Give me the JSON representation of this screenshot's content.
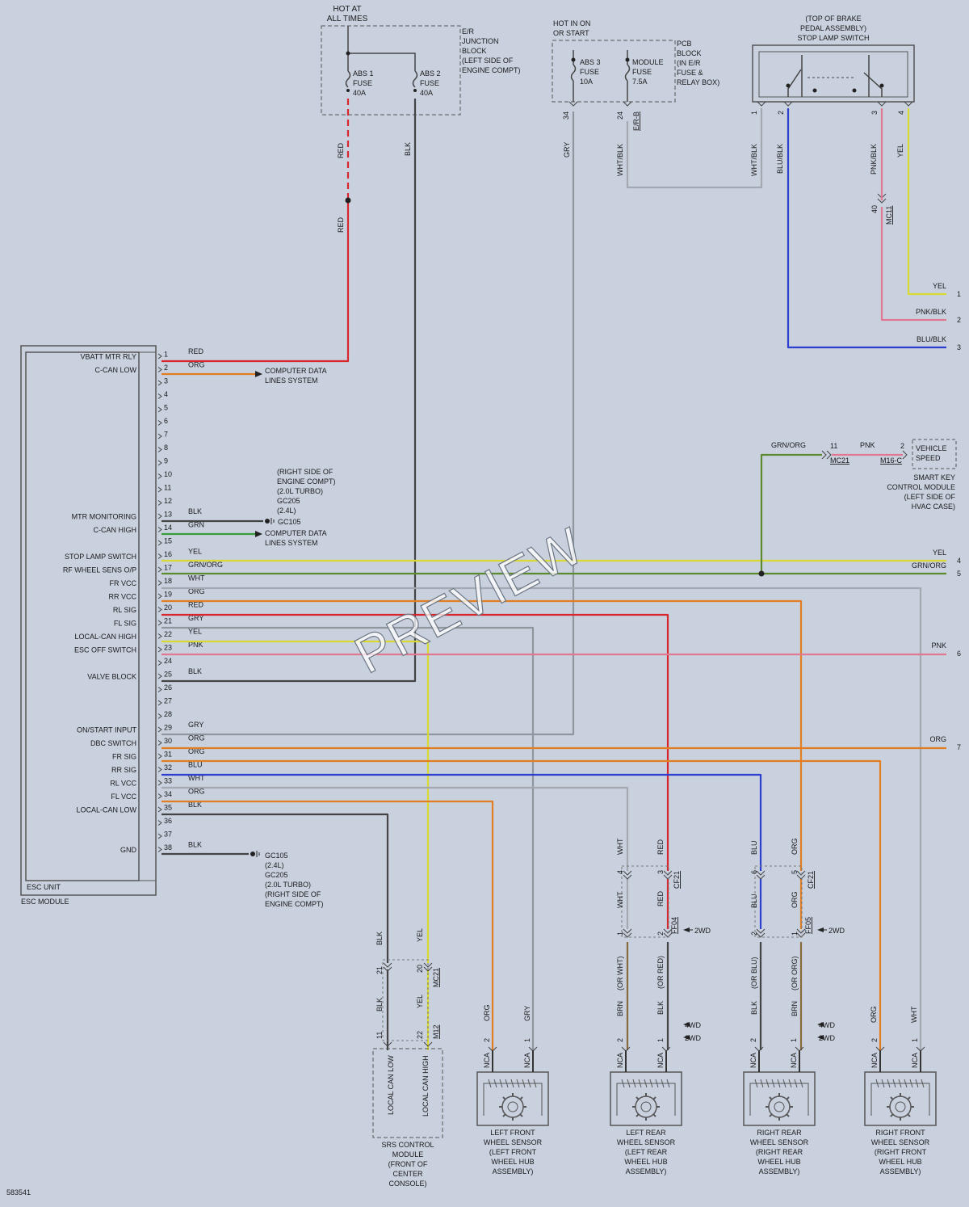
{
  "diagram_id": "583541",
  "watermark": "PREVIEW",
  "colors": {
    "RED": "#d8262c",
    "ORG": "#e07e21",
    "GRN": "#3a9b3a",
    "BLK": "#444444",
    "YEL": "#d9d930",
    "GRN/ORG": "#5d8a2e",
    "WHT": "#a4a9b1",
    "GRY": "#8f969e",
    "PNK": "#e07891",
    "BLU": "#2c3fcf",
    "BRN": "#8a6a3a",
    "PNK/BLK": "#b37a8c",
    "WHT/BLK": "#9aa0a8",
    "BLU/BLK": "#2a3fc0",
    "frame": "#555555"
  },
  "power": {
    "hot_at_all_times": [
      "HOT AT",
      "ALL TIMES"
    ],
    "junction_block": [
      "E/R",
      "JUNCTION",
      "BLOCK",
      "(LEFT SIDE OF",
      "ENGINE COMPT)"
    ],
    "abs1_fuse": [
      "ABS 1",
      "FUSE",
      "40A"
    ],
    "abs2_fuse": [
      "ABS 2",
      "FUSE",
      "40A"
    ],
    "hot_in_on": [
      "HOT IN ON",
      "OR START"
    ],
    "pcb_block": [
      "PCB",
      "BLOCK",
      "(IN E/R",
      "FUSE &",
      "RELAY BOX)"
    ],
    "abs3_fuse": [
      "ABS 3",
      "FUSE",
      "10A"
    ],
    "module_fuse": [
      "MODULE",
      "FUSE",
      "7.5A"
    ],
    "pin_34": "34",
    "pin_24": "24",
    "conn_erb": "E/R-B"
  },
  "stop_lamp": {
    "label": [
      "(TOP OF BRAKE",
      "PEDAL ASSEMBLY)",
      "STOP LAMP SWITCH"
    ],
    "pins": [
      "1",
      "2",
      "3",
      "4"
    ],
    "mc11_pin": "40",
    "mc11": "MC11"
  },
  "wire_labels": {
    "red": "RED",
    "blk": "BLK",
    "gry": "GRY",
    "wht_blk": "WHT/BLK",
    "blu_blk": "BLU/BLK",
    "pnk_blk": "PNK/BLK",
    "yel": "YEL",
    "grn_org": "GRN/ORG",
    "pnk": "PNK",
    "org": "ORG",
    "wht": "WHT",
    "blu": "BLU",
    "brn": "BRN",
    "or_wht": "(OR WHT)",
    "or_red": "(OR RED)",
    "or_blu": "(OR BLU)",
    "or_org": "(OR ORG)"
  },
  "right_side": {
    "yel": "YEL",
    "pnk_blk": "PNK/BLK",
    "blu_blk": "BLU/BLK",
    "yel2": "YEL",
    "grn_org": "GRN/ORG",
    "pnk": "PNK",
    "org": "ORG",
    "numbers": [
      "1",
      "2",
      "3",
      "4",
      "5",
      "6",
      "7"
    ]
  },
  "smart_key": {
    "mc21_pin": "11",
    "mc21": "MC21",
    "m16_pin": "2",
    "m16": "M16-C",
    "vehicle_speed": [
      "VEHICLE",
      "SPEED"
    ],
    "label": [
      "SMART KEY",
      "CONTROL MODULE",
      "(LEFT SIDE OF",
      "HVAC CASE)"
    ]
  },
  "esc": {
    "unit": "ESC UNIT",
    "module": "ESC MODULE",
    "pins": [
      {
        "n": "1",
        "f": "VBATT MTR RLY",
        "w": "RED"
      },
      {
        "n": "2",
        "f": "C-CAN LOW",
        "w": "ORG"
      },
      {
        "n": "3",
        "f": "",
        "w": ""
      },
      {
        "n": "4",
        "f": "",
        "w": ""
      },
      {
        "n": "5",
        "f": "",
        "w": ""
      },
      {
        "n": "6",
        "f": "",
        "w": ""
      },
      {
        "n": "7",
        "f": "",
        "w": ""
      },
      {
        "n": "8",
        "f": "",
        "w": ""
      },
      {
        "n": "9",
        "f": "",
        "w": ""
      },
      {
        "n": "10",
        "f": "",
        "w": ""
      },
      {
        "n": "11",
        "f": "",
        "w": ""
      },
      {
        "n": "12",
        "f": "",
        "w": ""
      },
      {
        "n": "13",
        "f": "MTR MONITORING",
        "w": "BLK"
      },
      {
        "n": "14",
        "f": "C-CAN HIGH",
        "w": "GRN"
      },
      {
        "n": "15",
        "f": "",
        "w": ""
      },
      {
        "n": "16",
        "f": "STOP LAMP SWITCH",
        "w": "YEL"
      },
      {
        "n": "17",
        "f": "RF WHEEL SENS O/P",
        "w": "GRN/ORG"
      },
      {
        "n": "18",
        "f": "FR VCC",
        "w": "WHT"
      },
      {
        "n": "19",
        "f": "RR VCC",
        "w": "ORG"
      },
      {
        "n": "20",
        "f": "RL SIG",
        "w": "RED"
      },
      {
        "n": "21",
        "f": "FL SIG",
        "w": "GRY"
      },
      {
        "n": "22",
        "f": "LOCAL-CAN HIGH",
        "w": "YEL"
      },
      {
        "n": "23",
        "f": "ESC OFF SWITCH",
        "w": "PNK"
      },
      {
        "n": "24",
        "f": "",
        "w": ""
      },
      {
        "n": "25",
        "f": "VALVE BLOCK",
        "w": "BLK"
      },
      {
        "n": "26",
        "f": "",
        "w": ""
      },
      {
        "n": "27",
        "f": "",
        "w": ""
      },
      {
        "n": "28",
        "f": "",
        "w": ""
      },
      {
        "n": "29",
        "f": "ON/START INPUT",
        "w": "GRY"
      },
      {
        "n": "30",
        "f": "DBC SWITCH",
        "w": "ORG"
      },
      {
        "n": "31",
        "f": "FR SIG",
        "w": "ORG"
      },
      {
        "n": "32",
        "f": "RR SIG",
        "w": "BLU"
      },
      {
        "n": "33",
        "f": "RL VCC",
        "w": "WHT"
      },
      {
        "n": "34",
        "f": "FL VCC",
        "w": "ORG"
      },
      {
        "n": "35",
        "f": "LOCAL-CAN LOW",
        "w": "BLK"
      },
      {
        "n": "36",
        "f": "",
        "w": ""
      },
      {
        "n": "37",
        "f": "",
        "w": ""
      },
      {
        "n": "38",
        "f": "GND",
        "w": "BLK"
      }
    ]
  },
  "callouts": {
    "cdl1": [
      "COMPUTER DATA",
      "LINES SYSTEM"
    ],
    "cdl2": [
      "COMPUTER DATA",
      "LINES SYSTEM"
    ],
    "gc105_top": [
      "(RIGHT SIDE OF",
      "ENGINE COMPT)",
      "(2.0L TURBO)",
      "GC205",
      "(2.4L)"
    ],
    "gc105_top_tag": "GC105",
    "gc105_bottom": [
      "GC105",
      "(2.4L)",
      "GC205",
      "(2.0L TURBO)",
      "(RIGHT SIDE OF",
      "ENGINE COMPT)"
    ]
  },
  "connectors": {
    "mc21": "MC21",
    "m12": "M12",
    "cf21": "CF21",
    "ff04": "FF04",
    "ff05": "FF05",
    "2wd": "2WD",
    "4wd": "4WD",
    "nca": "NCA"
  },
  "srs": {
    "can_low": "LOCAL CAN LOW",
    "can_high": "LOCAL CAN HIGH",
    "label": [
      "SRS CONTROL",
      "MODULE",
      "(FRONT OF",
      "CENTER",
      "CONSOLE)"
    ]
  },
  "sensors": [
    {
      "label": [
        "LEFT FRONT",
        "WHEEL SENSOR",
        "(LEFT FRONT",
        "WHEEL HUB",
        "ASSEMBLY)"
      ]
    },
    {
      "label": [
        "LEFT REAR",
        "WHEEL SENSOR",
        "(LEFT REAR",
        "WHEEL HUB",
        "ASSEMBLY)"
      ]
    },
    {
      "label": [
        "RIGHT REAR",
        "WHEEL SENSOR",
        "(RIGHT REAR",
        "WHEEL HUB",
        "ASSEMBLY)"
      ]
    },
    {
      "label": [
        "RIGHT FRONT",
        "WHEEL SENSOR",
        "(RIGHT FRONT",
        "WHEEL HUB",
        "ASSEMBLY)"
      ]
    }
  ]
}
